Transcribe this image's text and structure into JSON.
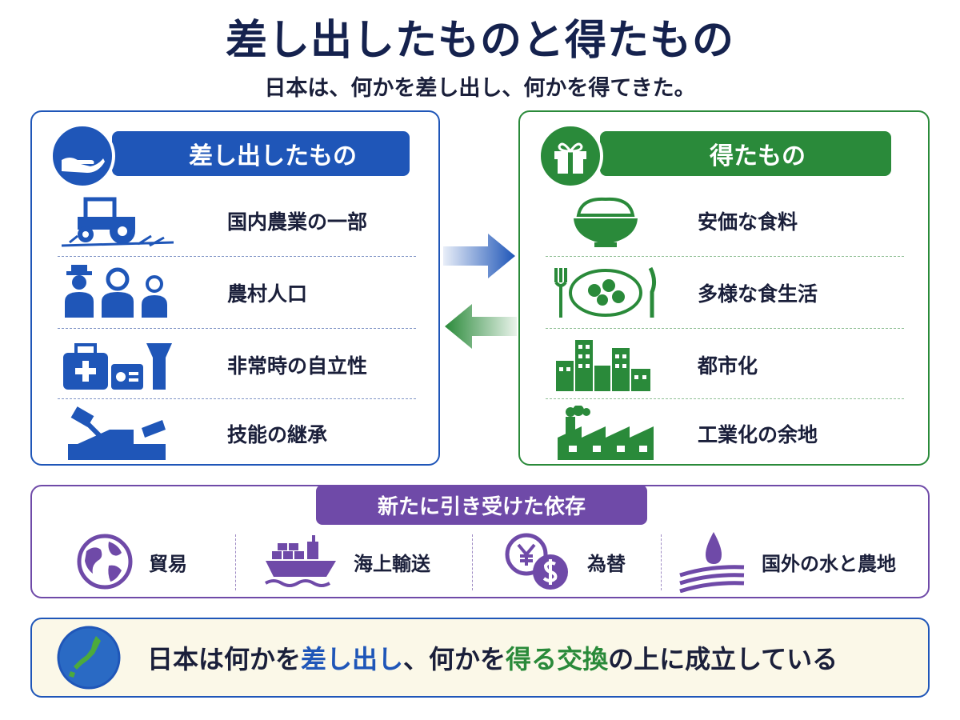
{
  "title": "差し出したものと得たもの",
  "subtitle": "日本は、何かを差し出し、何かを得てきた。",
  "left_panel": {
    "heading": "差し出したもの",
    "heading_icon": "giving-hand-icon",
    "items": [
      {
        "label": "国内農業の一部",
        "icon": "tractor-icon"
      },
      {
        "label": "農村人口",
        "icon": "people-icon"
      },
      {
        "label": "非常時の自立性",
        "icon": "emergency-kit-icon"
      },
      {
        "label": "技能の継承",
        "icon": "woodworking-plane-icon"
      }
    ]
  },
  "right_panel": {
    "heading": "得たもの",
    "heading_icon": "gift-icon",
    "items": [
      {
        "label": "安価な食料",
        "icon": "rice-bowl-icon"
      },
      {
        "label": "多様な食生活",
        "icon": "plate-cutlery-icon"
      },
      {
        "label": "都市化",
        "icon": "city-buildings-icon"
      },
      {
        "label": "工業化の余地",
        "icon": "factory-icon"
      }
    ]
  },
  "dependencies": {
    "heading": "新たに引き受けた依存",
    "items": [
      {
        "label": "貿易",
        "icon": "globe-icon"
      },
      {
        "label": "海上輸送",
        "icon": "cargo-ship-icon"
      },
      {
        "label": "為替",
        "icon": "currency-exchange-icon"
      },
      {
        "label": "国外の水と農地",
        "icon": "water-drop-field-icon"
      }
    ]
  },
  "bottom": {
    "parts": [
      "日本は何かを",
      "差し出し",
      "、何かを",
      "得る",
      "交換",
      "の上に成立している"
    ]
  },
  "colors": {
    "navy": "#15224e",
    "blue": "#1f56b8",
    "green": "#2a8a3a",
    "purple": "#6f4aa8",
    "cream": "#fbf8e8"
  }
}
